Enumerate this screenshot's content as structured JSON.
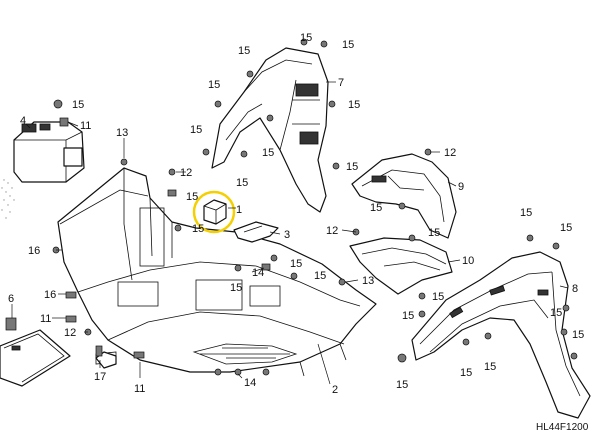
{
  "diagram_code": "HL44F1200",
  "highlight_color": "#f5d000",
  "callouts": [
    {
      "id": "c1",
      "text": "1"
    },
    {
      "id": "c2",
      "text": "2"
    },
    {
      "id": "c3",
      "text": "3"
    },
    {
      "id": "c4",
      "text": "4"
    },
    {
      "id": "c6",
      "text": "6"
    },
    {
      "id": "c7",
      "text": "7"
    },
    {
      "id": "c8",
      "text": "8"
    },
    {
      "id": "c9",
      "text": "9"
    },
    {
      "id": "c10",
      "text": "10"
    },
    {
      "id": "c11a",
      "text": "11"
    },
    {
      "id": "c11b",
      "text": "11"
    },
    {
      "id": "c11c",
      "text": "11"
    },
    {
      "id": "c12a",
      "text": "12"
    },
    {
      "id": "c12b",
      "text": "12"
    },
    {
      "id": "c12c",
      "text": "12"
    },
    {
      "id": "c12d",
      "text": "12"
    },
    {
      "id": "c13a",
      "text": "13"
    },
    {
      "id": "c13b",
      "text": "13"
    },
    {
      "id": "c14a",
      "text": "14"
    },
    {
      "id": "c14b",
      "text": "14"
    },
    {
      "id": "c15_1",
      "text": "15"
    },
    {
      "id": "c15_2",
      "text": "15"
    },
    {
      "id": "c15_3",
      "text": "15"
    },
    {
      "id": "c15_4",
      "text": "15"
    },
    {
      "id": "c15_5",
      "text": "15"
    },
    {
      "id": "c15_6",
      "text": "15"
    },
    {
      "id": "c15_7",
      "text": "15"
    },
    {
      "id": "c15_8",
      "text": "15"
    },
    {
      "id": "c15_9",
      "text": "15"
    },
    {
      "id": "c15_10",
      "text": "15"
    },
    {
      "id": "c15_11",
      "text": "15"
    },
    {
      "id": "c15_12",
      "text": "15"
    },
    {
      "id": "c15_13",
      "text": "15"
    },
    {
      "id": "c15_14",
      "text": "15"
    },
    {
      "id": "c15_15",
      "text": "15"
    },
    {
      "id": "c15_16",
      "text": "15"
    },
    {
      "id": "c15_17",
      "text": "15"
    },
    {
      "id": "c15_18",
      "text": "15"
    },
    {
      "id": "c15_19",
      "text": "15"
    },
    {
      "id": "c15_20",
      "text": "15"
    },
    {
      "id": "c15_21",
      "text": "15"
    },
    {
      "id": "c15_22",
      "text": "15"
    },
    {
      "id": "c15_23",
      "text": "15"
    },
    {
      "id": "c15_24",
      "text": "15"
    },
    {
      "id": "c15_25",
      "text": "15"
    },
    {
      "id": "c15_26",
      "text": "15"
    },
    {
      "id": "c16a",
      "text": "16"
    },
    {
      "id": "c16b",
      "text": "16"
    },
    {
      "id": "c17",
      "text": "17"
    }
  ]
}
